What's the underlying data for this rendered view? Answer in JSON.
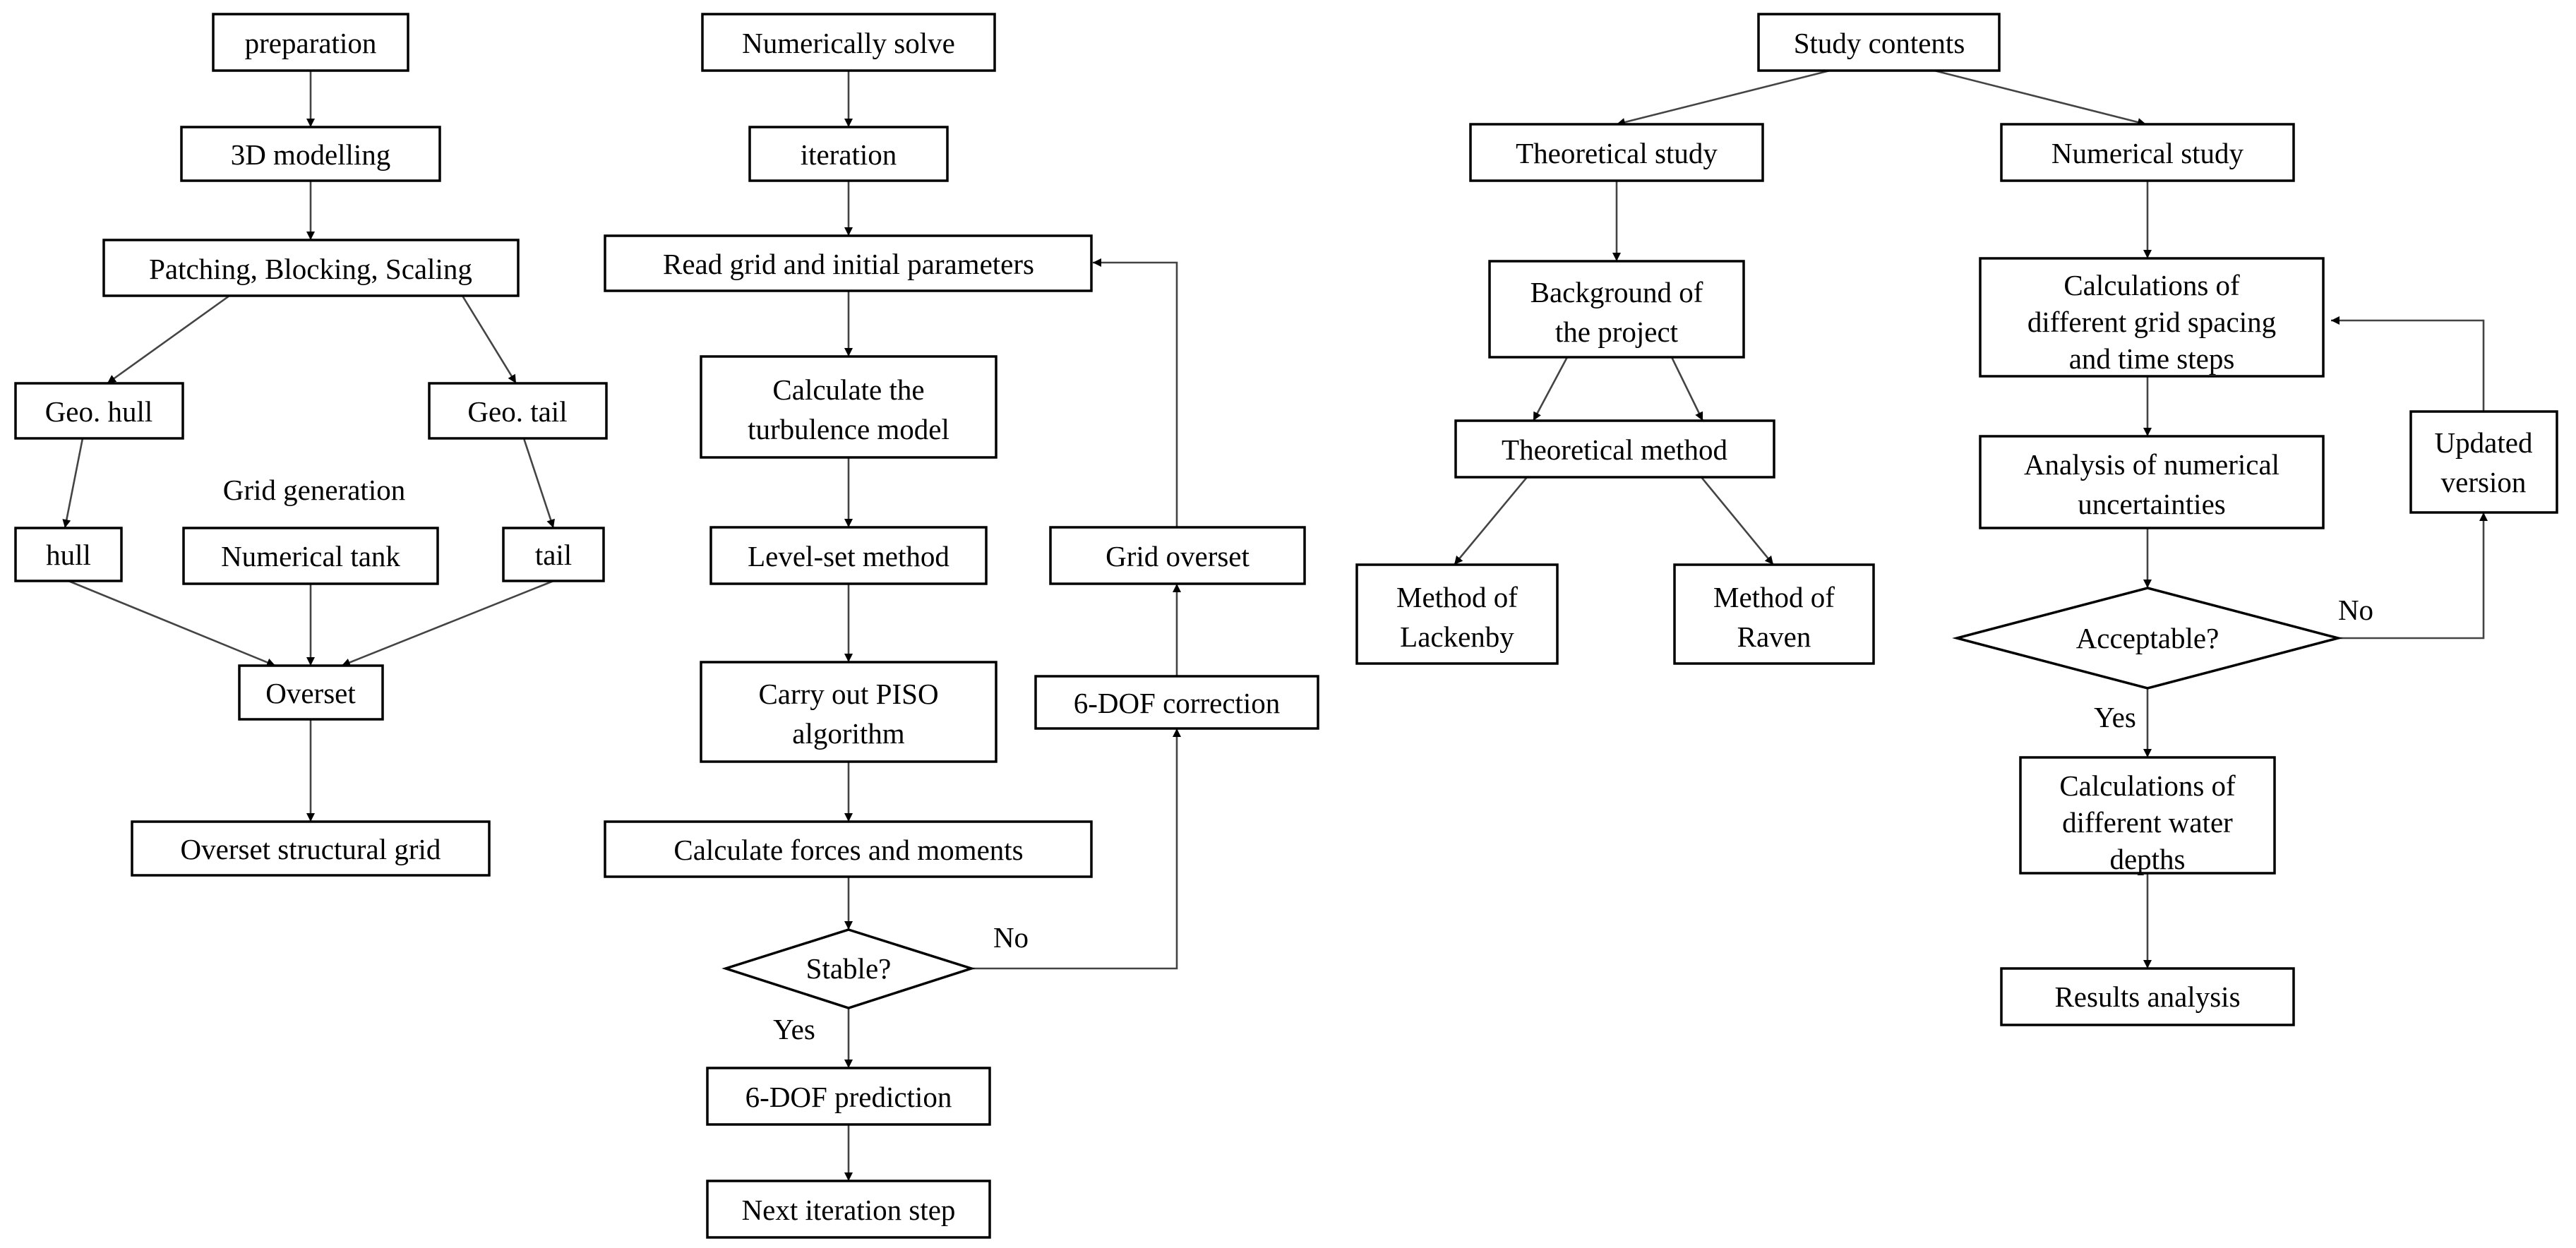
{
  "diagram_left": {
    "preparation": "preparation",
    "modelling": "3D modelling",
    "patching": "Patching, Blocking, Scaling",
    "geo_hull": "Geo. hull",
    "geo_tail": "Geo. tail",
    "grid_generation": "Grid generation",
    "hull": "hull",
    "numerical_tank": "Numerical tank",
    "tail": "tail",
    "overset": "Overset",
    "overset_grid": "Overset structural grid"
  },
  "diagram_middle": {
    "numerically_solve": "Numerically solve",
    "iteration": "iteration",
    "read_grid": "Read grid and initial parameters",
    "turbulence": [
      "Calculate the",
      "turbulence model"
    ],
    "level_set": "Level-set method",
    "piso": [
      "Carry out PISO",
      "algorithm"
    ],
    "forces": "Calculate forces and moments",
    "stable": "Stable?",
    "no": "No",
    "yes": "Yes",
    "prediction": "6-DOF prediction",
    "next_step": "Next iteration step",
    "grid_overset": "Grid overset",
    "correction": "6-DOF correction"
  },
  "diagram_right": {
    "study_contents": "Study contents",
    "theoretical_study": "Theoretical study",
    "numerical_study": "Numerical study",
    "background": [
      "Background of",
      "the project"
    ],
    "theoretical_method": "Theoretical method",
    "lackenby": [
      "Method of",
      "Lackenby"
    ],
    "raven": [
      "Method of",
      "Raven"
    ],
    "grid_spacing": [
      "Calculations of",
      "different grid spacing",
      "and time steps"
    ],
    "uncertainties": [
      "Analysis of numerical",
      "uncertainties"
    ],
    "acceptable": "Acceptable?",
    "no": "No",
    "yes": "Yes",
    "updated": [
      "Updated",
      "version"
    ],
    "water_depths": [
      "Calculations of",
      "different water",
      "depths"
    ],
    "results": "Results analysis"
  }
}
